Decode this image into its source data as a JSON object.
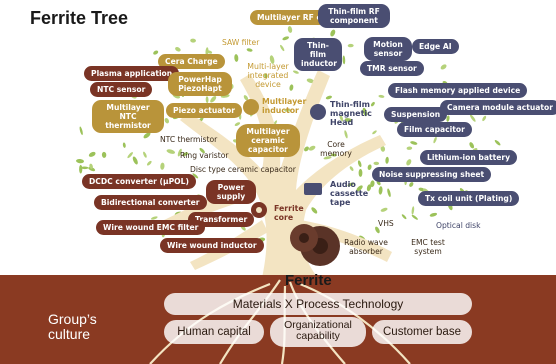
{
  "title": "Ferrite Tree",
  "root_label": "Ferrite",
  "culture": {
    "label": "Group’s culture",
    "top": "Materials  X  Process Technology",
    "items": [
      "Human capital",
      "Organizational capability",
      "Customer base"
    ]
  },
  "labels": {
    "multilayer_rf": "Multilayer RF component",
    "thin_film_rf": "Thin-film RF component",
    "saw_filter": "SAW filter",
    "thin_film_inductor": "Thin-film inductor",
    "motion_sensor": "Motion sensor",
    "edge_ai": "Edge AI",
    "cera_charge": "Cera Charge",
    "plasma": "Plasma application",
    "powerhap": "PowerHap PiezoHapt",
    "multi_layer_device": "Multi-layer integrated device",
    "tmr_sensor": "TMR sensor",
    "ntc_sensor": "NTC sensor",
    "flash_memory": "Flash memory applied device",
    "ml_ntc_thermistor": "Multilayer NTC thermistor",
    "piezo_actuator": "Piezo actuator",
    "multilayer_inductor": "Multilayer inductor",
    "thin_film_head": "Thin-film magnetic Head",
    "camera_actuator": "Camera module actuator",
    "suspension": "Suspension",
    "film_capacitor": "Film capacitor",
    "multilayer_ceramic": "Multilayer ceramic capacitor",
    "ntc_thermistor": "NTC thermistor",
    "core_memory": "Core memory",
    "ring_varistor": "Ring varistor",
    "lithium_battery": "Lithium-ion battery",
    "disc_capacitor": "Disc type ceramic capacitor",
    "noise_sheet": "Noise suppressing sheet",
    "dcdc": "DCDC converter (μPOL)",
    "power_supply": "Power supply",
    "audio_tape": "Audio cassette tape",
    "tx_coil": "Tx coil unit (Plating)",
    "bidirectional": "Bidirectional converter",
    "ferrite_core": "Ferrite core",
    "transformer": "Transformer",
    "vhs": "VHS",
    "optical_disk": "Optical disk",
    "emc_filter": "Wire wound EMC filter",
    "wire_inductor": "Wire wound inductor",
    "radio_absorber": "Radio wave absorber",
    "emc_system": "EMC test system"
  },
  "colors": {
    "brown": "#7a3425",
    "blue": "#4a4e72",
    "gold": "#b9943a",
    "trunk": "#f3e4c2",
    "leaf": "#9cc25a",
    "ground": "#8a3a22"
  }
}
